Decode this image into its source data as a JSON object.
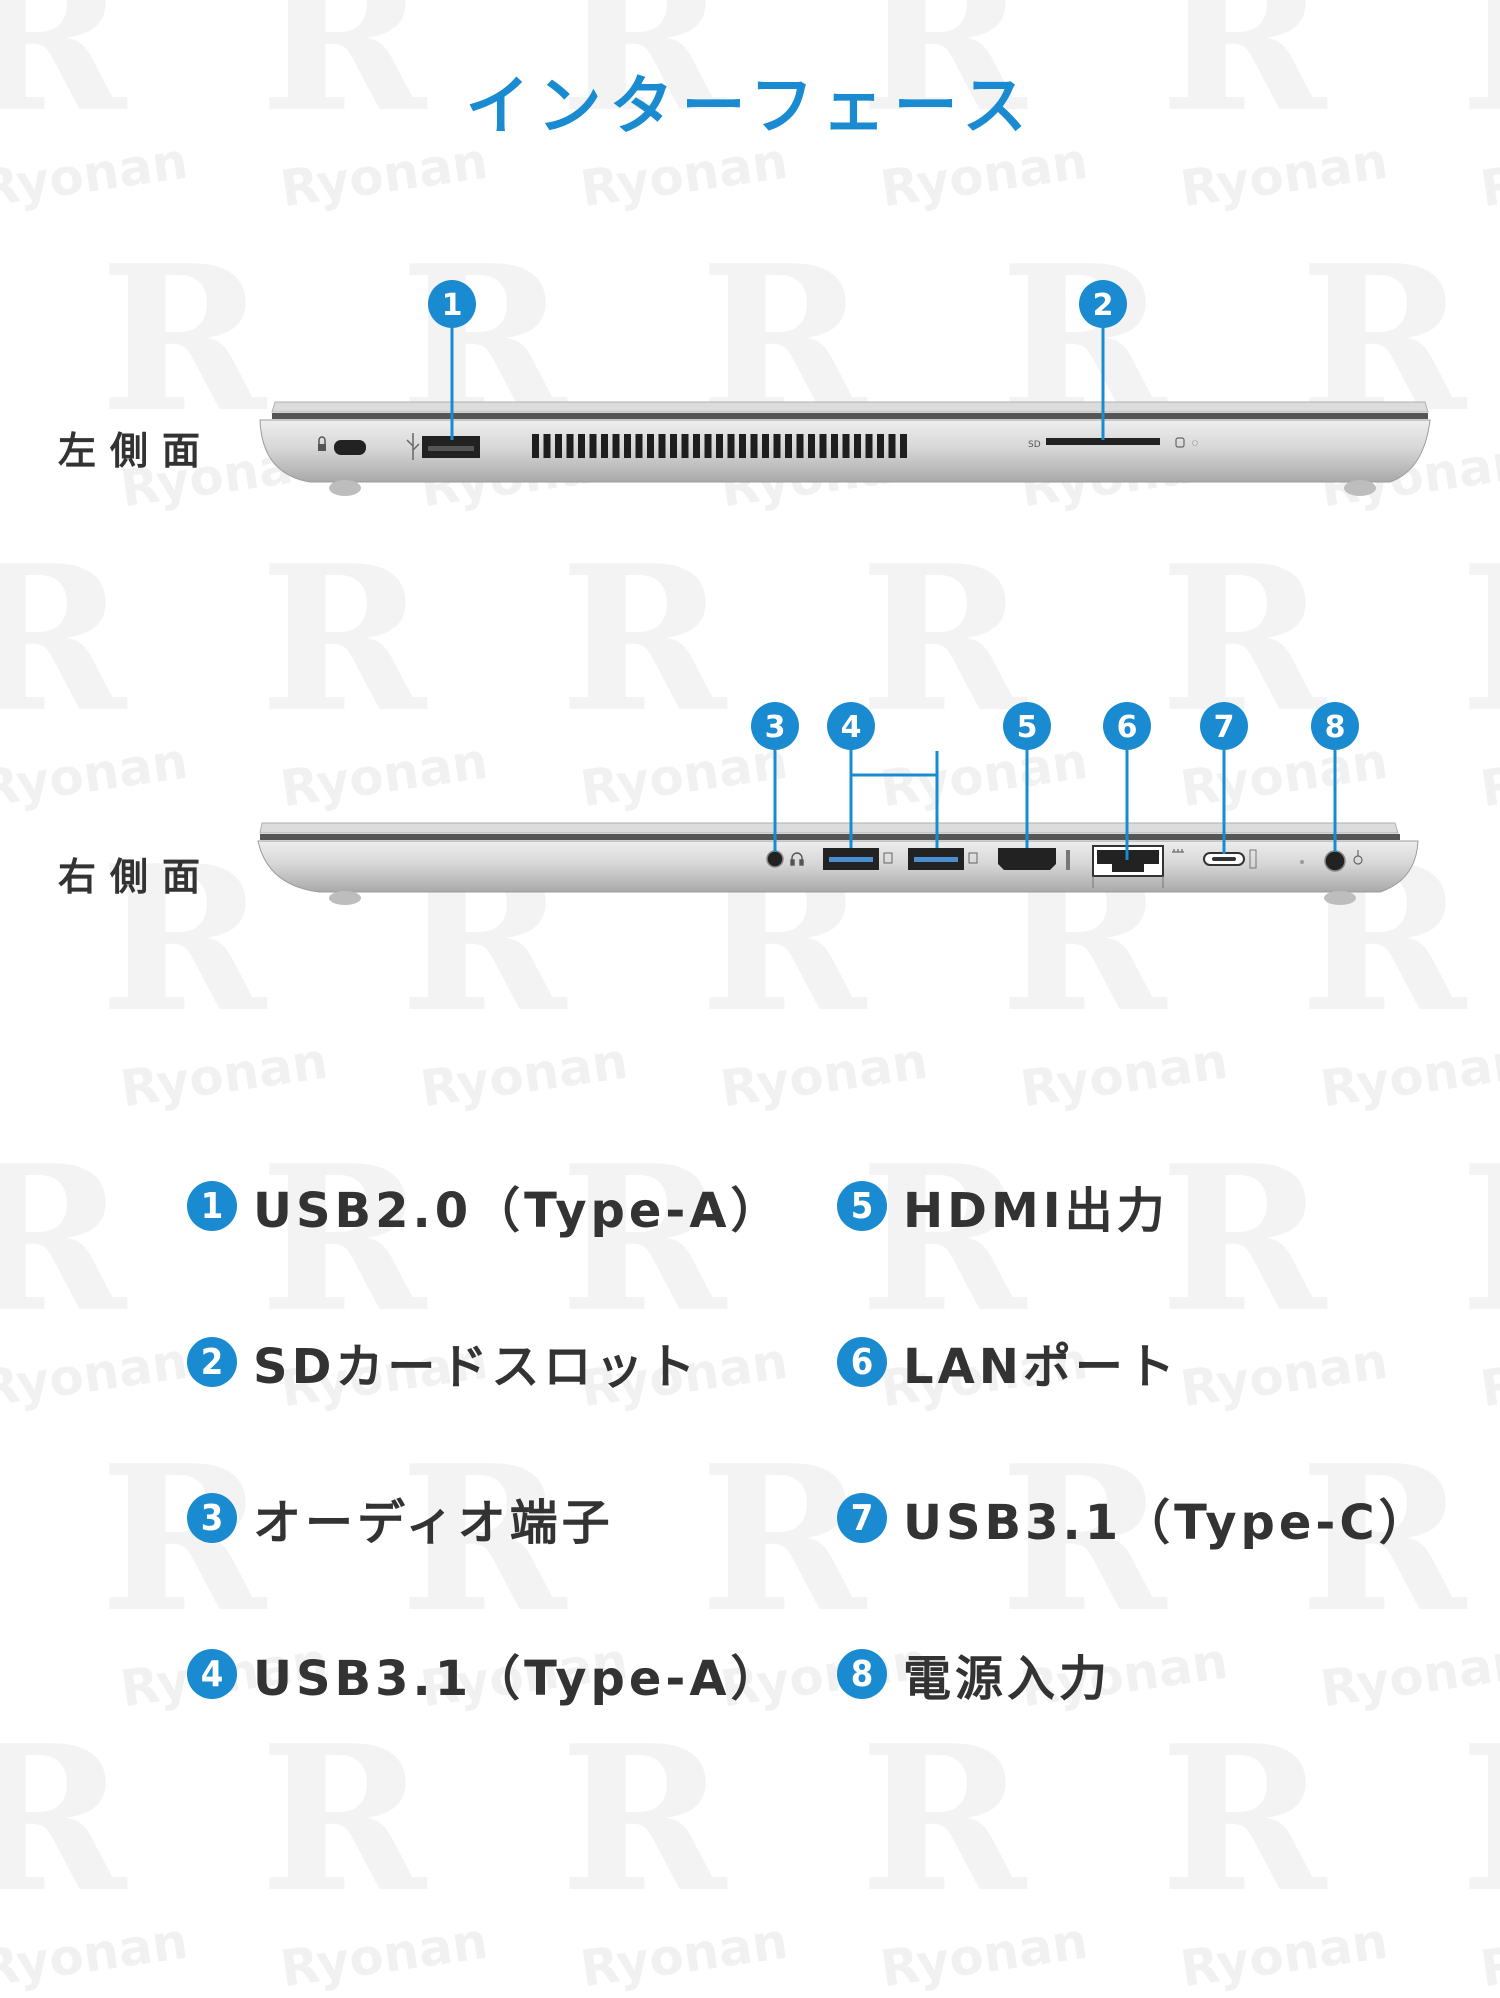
{
  "title": "インターフェース",
  "watermark": {
    "text": "Ryonan",
    "mark": "R"
  },
  "left_side": {
    "label": "左側面"
  },
  "right_side": {
    "label": "右側面"
  },
  "markers": [
    "1",
    "2",
    "3",
    "4",
    "5",
    "6",
    "7",
    "8"
  ],
  "port_labels": {
    "sd": "SD"
  },
  "legend": [
    {
      "number": "1",
      "text": "USB2.0（Type-A）"
    },
    {
      "number": "2",
      "text": "SDカードスロット"
    },
    {
      "number": "3",
      "text": "オーディオ端子"
    },
    {
      "number": "4",
      "text": "USB3.1（Type-A）"
    },
    {
      "number": "5",
      "text": "HDMI出力"
    },
    {
      "number": "6",
      "text": "LANポート"
    },
    {
      "number": "7",
      "text": "USB3.1（Type-C）"
    },
    {
      "number": "8",
      "text": "電源入力"
    }
  ],
  "colors": {
    "accent": "#1a8bd0",
    "text": "#333333",
    "chassis": "#c9c9c9"
  }
}
